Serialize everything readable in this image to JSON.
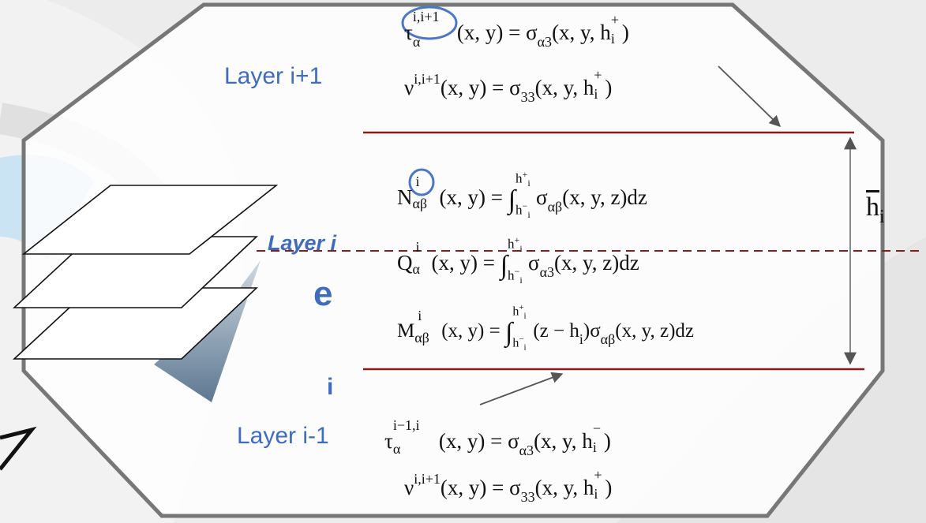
{
  "labels": {
    "layer_upper": "Layer i+1",
    "layer_current": "Layer i",
    "layer_lower": "Layer i-1",
    "e_glyph": "e",
    "i_glyph": "i",
    "thickness": "h",
    "thickness_index": "i"
  },
  "equations": {
    "tau_upper": {
      "lhs": "τ",
      "sup": "i,i+1",
      "sub": "α",
      "args": "(x, y) = σ",
      "sub2": "α3",
      "rhs": "(x, y, h",
      "rsup": "+",
      "rsub": "i",
      "close": ")"
    },
    "nu_upper": {
      "lhs": "ν",
      "sup": "i,i+1",
      "args": "(x, y) = σ",
      "sub2": "33",
      "rhs": "(x, y, h",
      "rsup": "+",
      "rsub": "i",
      "close": ")"
    },
    "N": {
      "lhs": "N",
      "sup": "i",
      "sub": "αβ",
      "args": "(x, y) = ",
      "lo": "h",
      "losup": "−",
      "losub": "i",
      "hi": "h",
      "hisup": "+",
      "hisub": "i",
      "body": "σ",
      "bsub": "αβ",
      "tail": "(x, y, z)dz"
    },
    "Q": {
      "lhs": "Q",
      "sup": "i",
      "sub": "α",
      "args": "(x, y) = ",
      "lo": "h",
      "losup": "−",
      "losub": "i",
      "hi": "h",
      "hisup": "+",
      "hisub": "i",
      "body": "σ",
      "bsub": "α3",
      "tail": "(x, y, z)dz"
    },
    "M": {
      "lhs": "M",
      "sup": "i",
      "sub": "αβ",
      "args": "(x, y) = ",
      "lo": "h",
      "losup": "−",
      "losub": "i",
      "hi": "h",
      "hisup": "+",
      "hisub": "i",
      "mid": "(z − h",
      "midsub": "i",
      "midclose": ")",
      "body": "σ",
      "bsub": "αβ",
      "tail": "(x, y, z)dz"
    },
    "tau_lower": {
      "lhs": "τ",
      "sup": "i−1,i",
      "sub": "α",
      "args": "(x, y) = σ",
      "sub2": "α3",
      "rhs": "(x, y, h",
      "rsup": "−",
      "rsub": "i",
      "close": ")"
    },
    "nu_lower": {
      "lhs": "ν",
      "sup": "i,i+1",
      "args": "(x, y) = σ",
      "sub2": "33",
      "rhs": "(x, y, h",
      "rsup": "+",
      "rsub": "i",
      "close": ")"
    }
  },
  "colors": {
    "label_blue": "#3f6cbf",
    "layer_line": "#8b1a1a",
    "frame_border": "#777777",
    "highlight_circle": "#4a78c8"
  }
}
